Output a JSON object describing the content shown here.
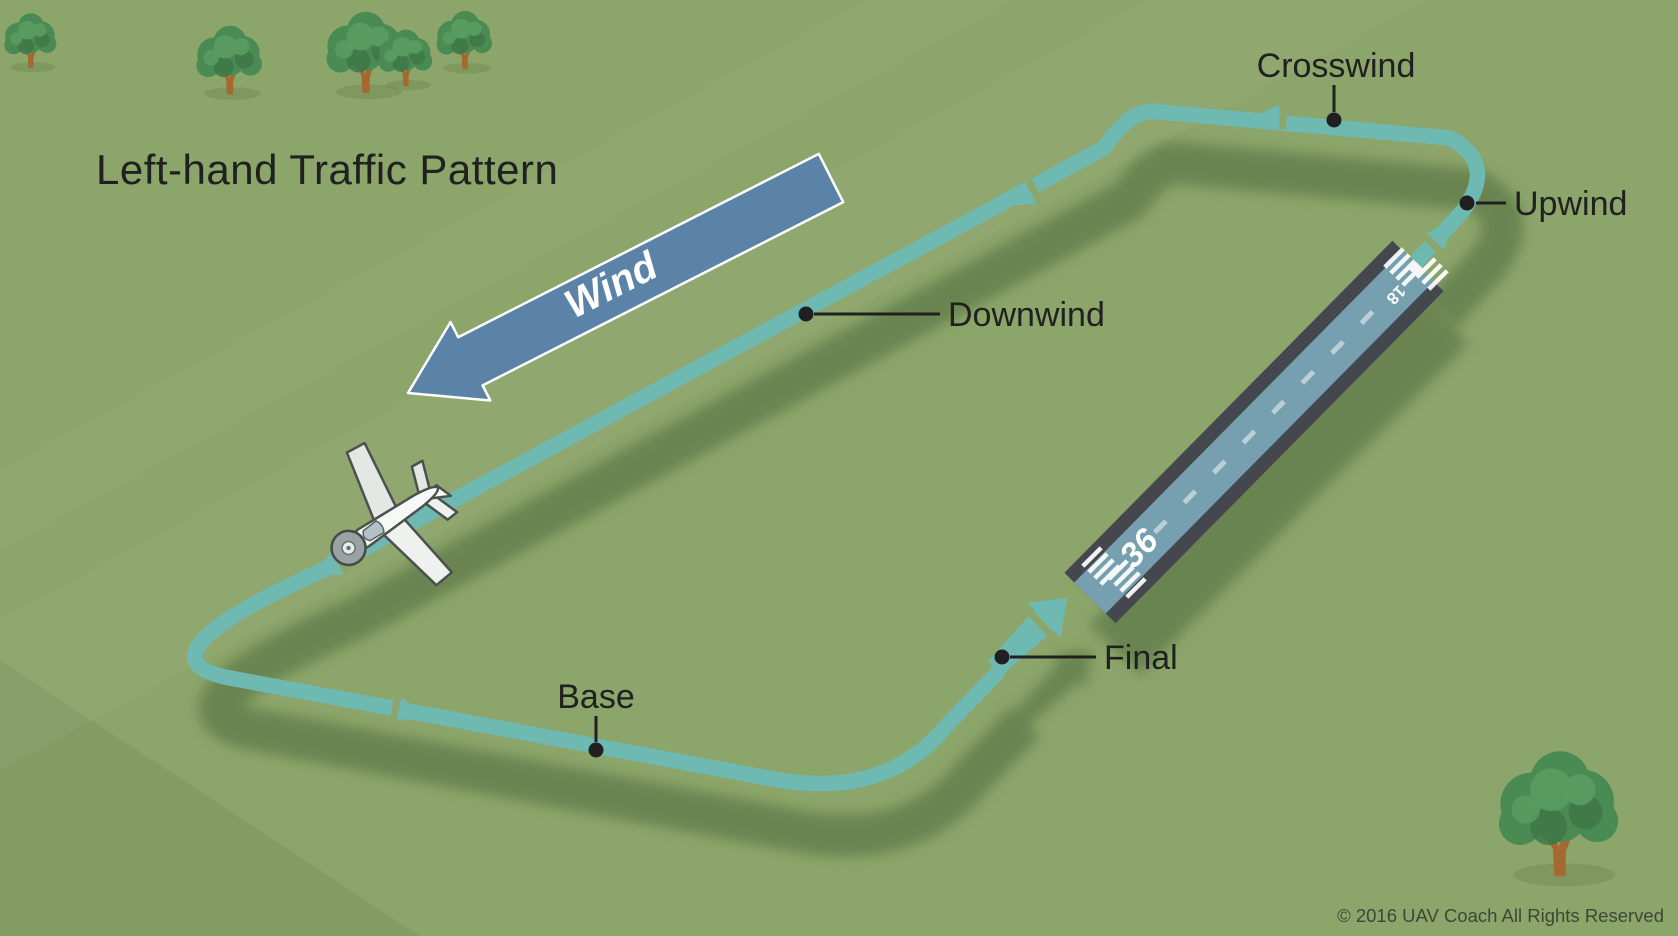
{
  "title": "Left-hand Traffic Pattern",
  "wind": {
    "label": "Wind"
  },
  "pattern_legs": {
    "crosswind": "Crosswind",
    "upwind": "Upwind",
    "downwind": "Downwind",
    "base": "Base",
    "final": "Final"
  },
  "runway": {
    "number_near": "36",
    "number_far": "18"
  },
  "footer": {
    "copyright": "© 2016 UAV Coach All Rights Reserved"
  },
  "theme": {
    "bg": "#8CA56A",
    "path": "#6FB9B3",
    "roll": "#7BA9BA",
    "wind": "#5B83A7",
    "runway": "#45474F",
    "marking": "#FFFFFF",
    "ink": "#202020",
    "copyright": "#3E4637",
    "canopy": "#4A8B54",
    "canopy-dark": "#3E7747",
    "canopy-light": "#5A9C62",
    "trunk": "#A5682E",
    "shadow": "#5E7A49"
  }
}
